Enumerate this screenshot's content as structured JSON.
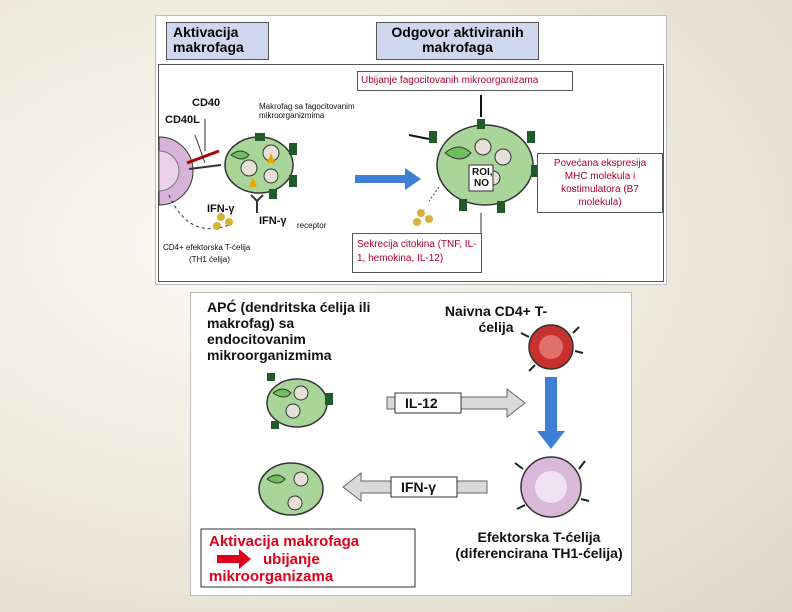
{
  "top_panel": {
    "activation_header": "Aktivacija makrofaga",
    "response_header": "Odgovor aktiviranih makrofaga",
    "cd40": "CD40",
    "cd40l": "CD40L",
    "macrophage_label": "Makrofag sa fagocitovanim mikroorganizmima",
    "ifn_left": "IFN-γ",
    "ifn_right": "IFN-γ",
    "receptor": "receptor",
    "effector_cell": "CD4+ efektorska T-ćelija",
    "th1_cell": "(TH1 ćelija)",
    "killing": "Ubijanje fagocitovanih mikroorganizama",
    "roi": "ROI,",
    "no": "NO",
    "expression": "Povećana ekspresija MHC molekula i kostimulatora (B7 molekula)",
    "cytokines": "Sekrecija citokina (TNF, IL-1, hemokina, IL-12)"
  },
  "bottom_panel": {
    "apc_label": "APĆ (dendritska ćelija ili makrofag) sa endocitovanim mikroorganizmima",
    "naive_label": "Naivna CD4+ T-ćelija",
    "il12": "IL-12",
    "ifn": "IFN-γ",
    "effector_label": "Efektorska T-ćelija (diferencirana TH1-ćelija)",
    "activation_line1": "Aktivacija makrofaga",
    "activation_line2": "ubijanje",
    "activation_line3": "mikroorganizama"
  },
  "colors": {
    "header_fill": "#cfd8ee",
    "macrophage_green": "#a9d59a",
    "arrow_blue": "#3e7fd6",
    "naive_cell_red": "#c8312f",
    "effector_cell_purple": "#d9b9da",
    "activation_text_red": "#e0001b"
  }
}
